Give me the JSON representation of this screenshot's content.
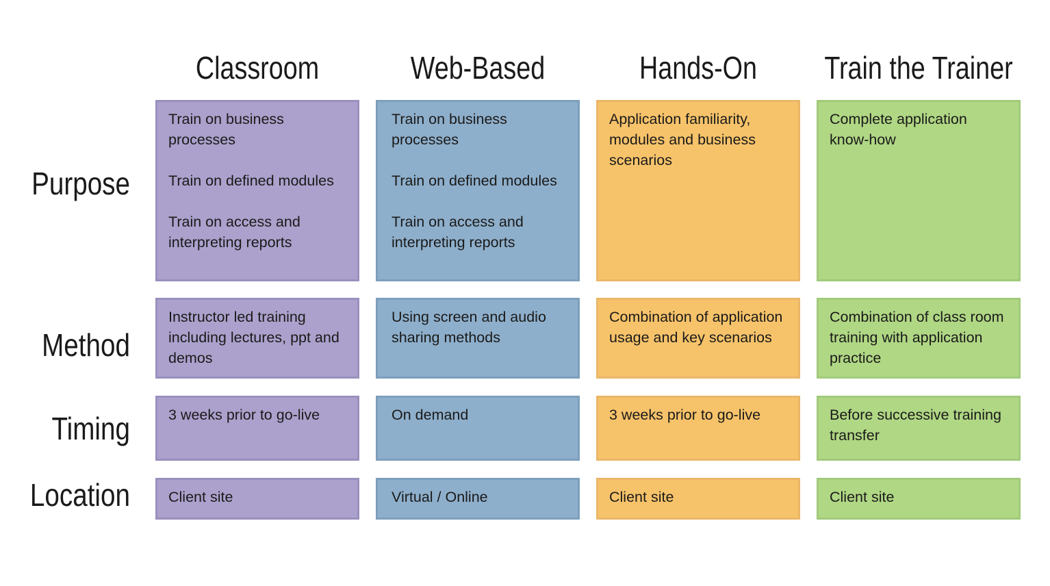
{
  "columns": [
    {
      "header": "Classroom",
      "color": "#aca1cc"
    },
    {
      "header": "Web-Based",
      "color": "#8eafcb"
    },
    {
      "header": "Hands-On",
      "color": "#f7c36a"
    },
    {
      "header": "Train the Trainer",
      "color": "#b0d784"
    }
  ],
  "rows": [
    {
      "label": "Purpose",
      "cells": [
        [
          "Train on business processes",
          "Train on defined modules",
          "Train on access and interpreting reports"
        ],
        [
          "Train on business processes",
          "Train on defined modules",
          "Train on access and interpreting reports"
        ],
        [
          "Application familiarity, modules and business scenarios"
        ],
        [
          "Complete application know-how"
        ]
      ]
    },
    {
      "label": "Method",
      "cells": [
        [
          "Instructor led training including lectures, ppt and demos"
        ],
        [
          "Using screen and audio sharing methods"
        ],
        [
          "Combination of application usage and key scenarios"
        ],
        [
          "Combination of class room training with application practice"
        ]
      ]
    },
    {
      "label": "Timing",
      "cells": [
        [
          "3 weeks prior to go-live"
        ],
        [
          "On demand"
        ],
        [
          "3 weeks prior to go-live"
        ],
        [
          "Before successive training transfer"
        ]
      ]
    },
    {
      "label": "Location",
      "cells": [
        [
          "Client site"
        ],
        [
          "Virtual / Online"
        ],
        [
          "Client site"
        ],
        [
          "Client site"
        ]
      ]
    }
  ]
}
